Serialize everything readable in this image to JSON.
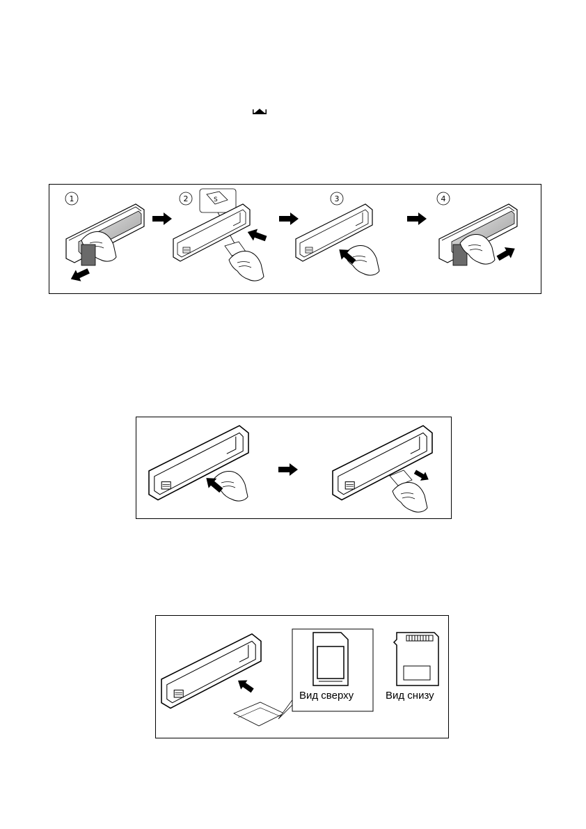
{
  "page": {
    "eject_icon": "eject-icon"
  },
  "figure1": {
    "steps": [
      "1",
      "2",
      "3",
      "4"
    ]
  },
  "figure3": {
    "card_top_label": "Вид сверху",
    "card_bottom_label": "Вид снизу"
  }
}
